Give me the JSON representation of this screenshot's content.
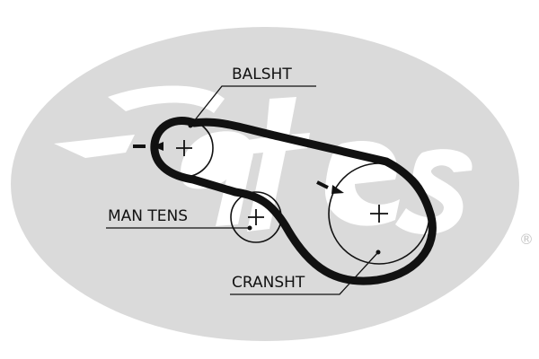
{
  "brand": {
    "logo_text": "Gates",
    "registered_mark": "®"
  },
  "labels": {
    "balance_shaft": "BALSHT",
    "manual_tensioner": "MAN TENS",
    "crankshaft": "CRANSHT"
  },
  "colors": {
    "watermark": "#d9d9d9",
    "ink": "#111111",
    "background": "#ffffff"
  },
  "icons": {
    "rotation_direction": "minus-arrow-icon",
    "center_mark": "plus-icon"
  }
}
